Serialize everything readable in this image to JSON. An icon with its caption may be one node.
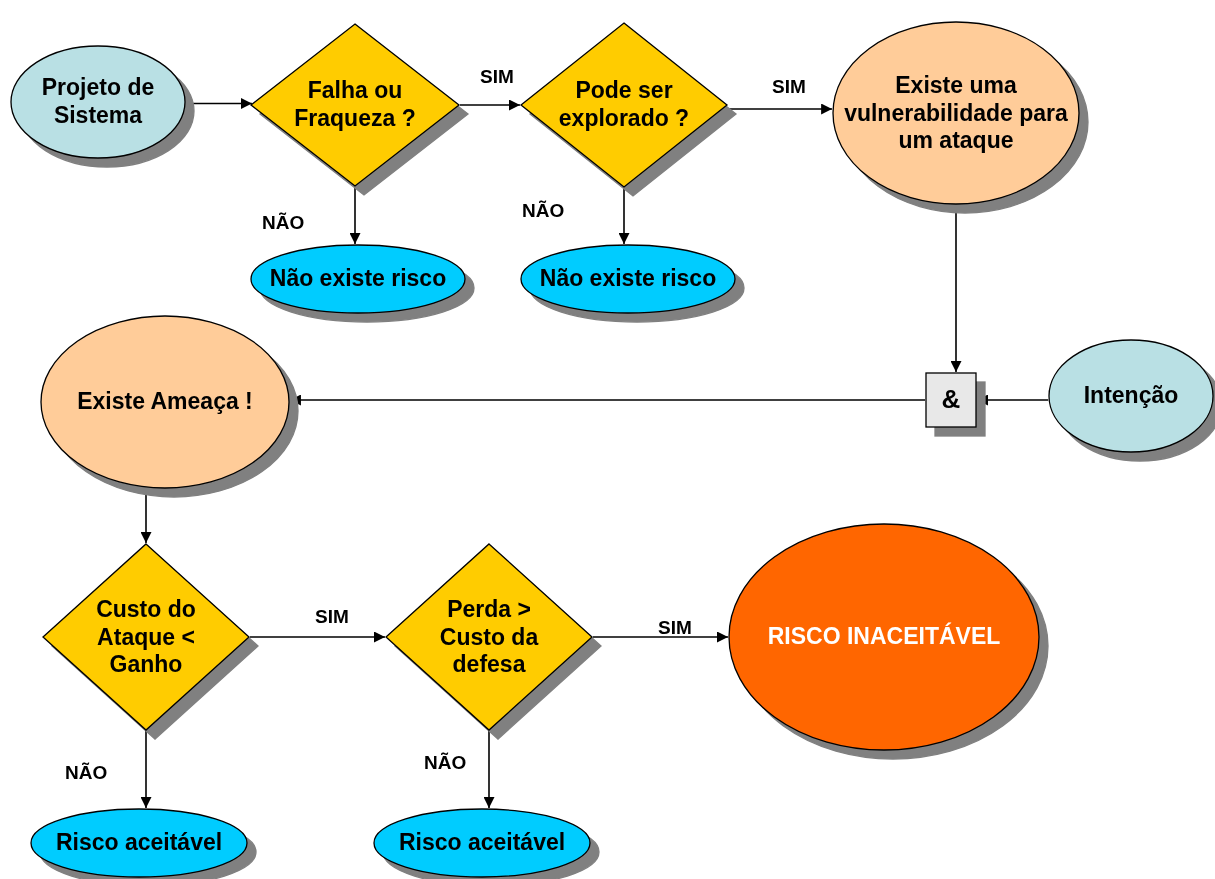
{
  "diagram": {
    "nodes": [
      {
        "text": [
          "Projeto de Sistema"
        ]
      },
      {
        "text": [
          "Falha ou Fraqueza ?"
        ]
      },
      {
        "text": [
          "Pode ser explorado ?"
        ]
      },
      {
        "text": [
          "Existe uma vulnerabilidade para um ataque"
        ]
      },
      {
        "text": [
          "Não existe risco"
        ]
      },
      {
        "text": [
          "Não existe risco"
        ]
      },
      {
        "text": [
          "&"
        ]
      },
      {
        "text": [
          "Intenção"
        ]
      },
      {
        "text": [
          "Existe Ameaça !"
        ]
      },
      {
        "text": [
          "Custo do Ataque < Ganho"
        ]
      },
      {
        "text": [
          "Perda > Custo da defesa"
        ]
      },
      {
        "text": [
          "RISCO INACEITÁVEL"
        ]
      },
      {
        "text": [
          "Risco aceitável"
        ]
      },
      {
        "text": [
          "Risco aceitável"
        ]
      }
    ],
    "edges": [
      {
        "from": 0,
        "to": 1,
        "arrow": "to"
      },
      {
        "from": 1,
        "to": 2,
        "arrow": "to",
        "label": "SIM"
      },
      {
        "from": 1,
        "to": 4,
        "arrow": "to",
        "label": "NÃO"
      },
      {
        "from": 2,
        "to": 3,
        "arrow": "to",
        "label": "SIM"
      },
      {
        "from": 2,
        "to": 5,
        "arrow": "to",
        "label": "NÃO"
      },
      {
        "from": 3,
        "to": 6,
        "arrow": "to"
      },
      {
        "from": 7,
        "to": 6,
        "arrow": "to"
      },
      {
        "from": 6,
        "to": 8,
        "arrow": "to"
      },
      {
        "from": 8,
        "to": 9,
        "arrow": "to"
      },
      {
        "from": 9,
        "to": 10,
        "arrow": "to",
        "label": "SIM"
      },
      {
        "from": 9,
        "to": 12,
        "arrow": "to",
        "label": "NÃO"
      },
      {
        "from": 10,
        "to": 11,
        "arrow": "to",
        "label": "SIM"
      },
      {
        "from": 10,
        "to": 13,
        "arrow": "to",
        "label": "NÃO"
      }
    ]
  }
}
